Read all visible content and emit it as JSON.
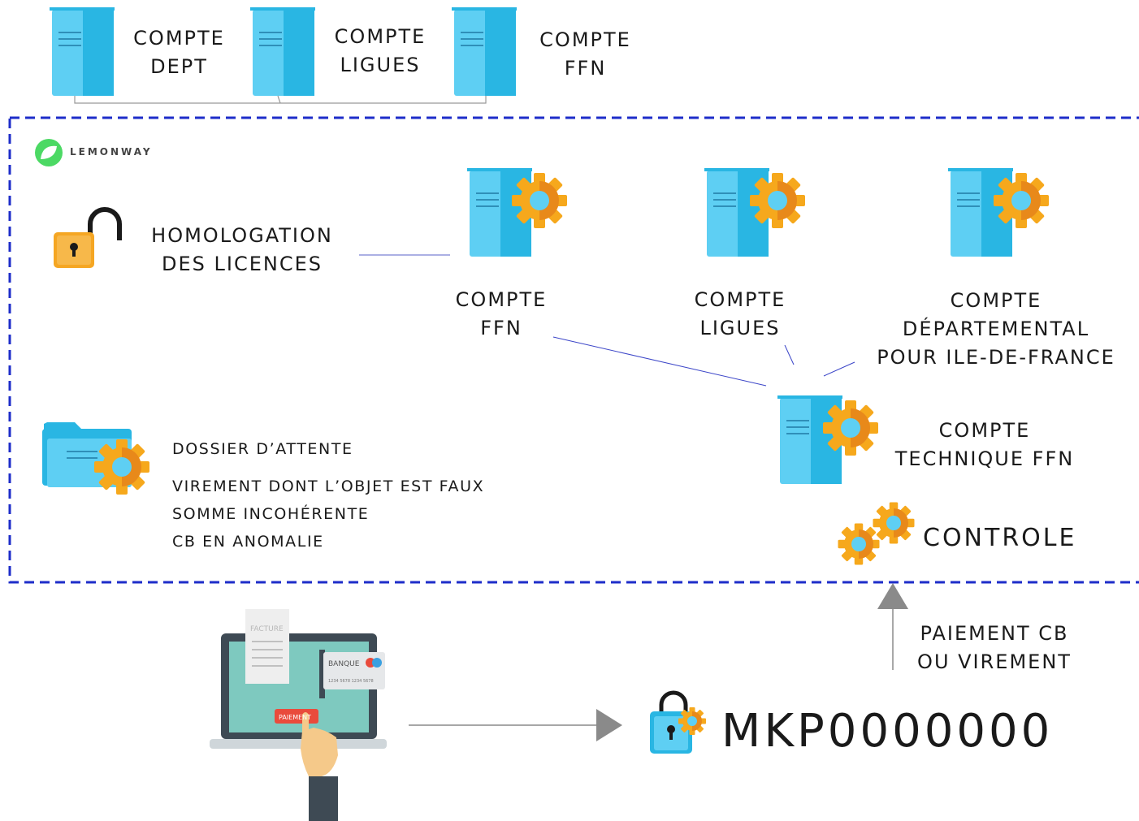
{
  "top_accounts": [
    {
      "line1": "COMPTE",
      "line2": "DEPT"
    },
    {
      "line1": "COMPTE",
      "line2": "LIGUES"
    },
    {
      "line1": "COMPTE",
      "line2": "FFN"
    }
  ],
  "brand": "LEMONWAY",
  "homologation": {
    "line1": "HOMOLOGATION",
    "line2": "DES LICENCES"
  },
  "inner_accounts": [
    {
      "line1": "COMPTE",
      "line2": "FFN"
    },
    {
      "line1": "COMPTE",
      "line2": "LIGUES"
    },
    {
      "line1": "COMPTE",
      "line2": "DÉPARTEMENTAL",
      "line3": "POUR ILE-DE-FRANCE"
    }
  ],
  "technique": {
    "line1": "COMPTE",
    "line2": "TECHNIQUE FFN"
  },
  "dossier": {
    "title": "DOSSIER D’ATTENTE",
    "items": [
      "VIREMENT DONT L’OBJET EST FAUX",
      "SOMME INCOHÉRENTE",
      "CB EN ANOMALIE"
    ]
  },
  "controle": "CONTROLE",
  "paiement": {
    "line1": "PAIEMENT CB",
    "line2": "OU VIREMENT"
  },
  "mkp": "MKP0000000",
  "laptop": {
    "facture": "FACTURE",
    "banque": "BANQUE",
    "paiement": "PAIEMENT",
    "card_number": "1234 5678 1234 5678"
  },
  "colors": {
    "book_light": "#5ecff3",
    "book_dark": "#29b6e3",
    "gear": "#f6a81c",
    "dashed_border": "#1e2dc9",
    "link_line": "#3b45c8",
    "arrow": "#8a8a8a",
    "lock": "#f5a623",
    "brand_green": "#4cd964"
  }
}
